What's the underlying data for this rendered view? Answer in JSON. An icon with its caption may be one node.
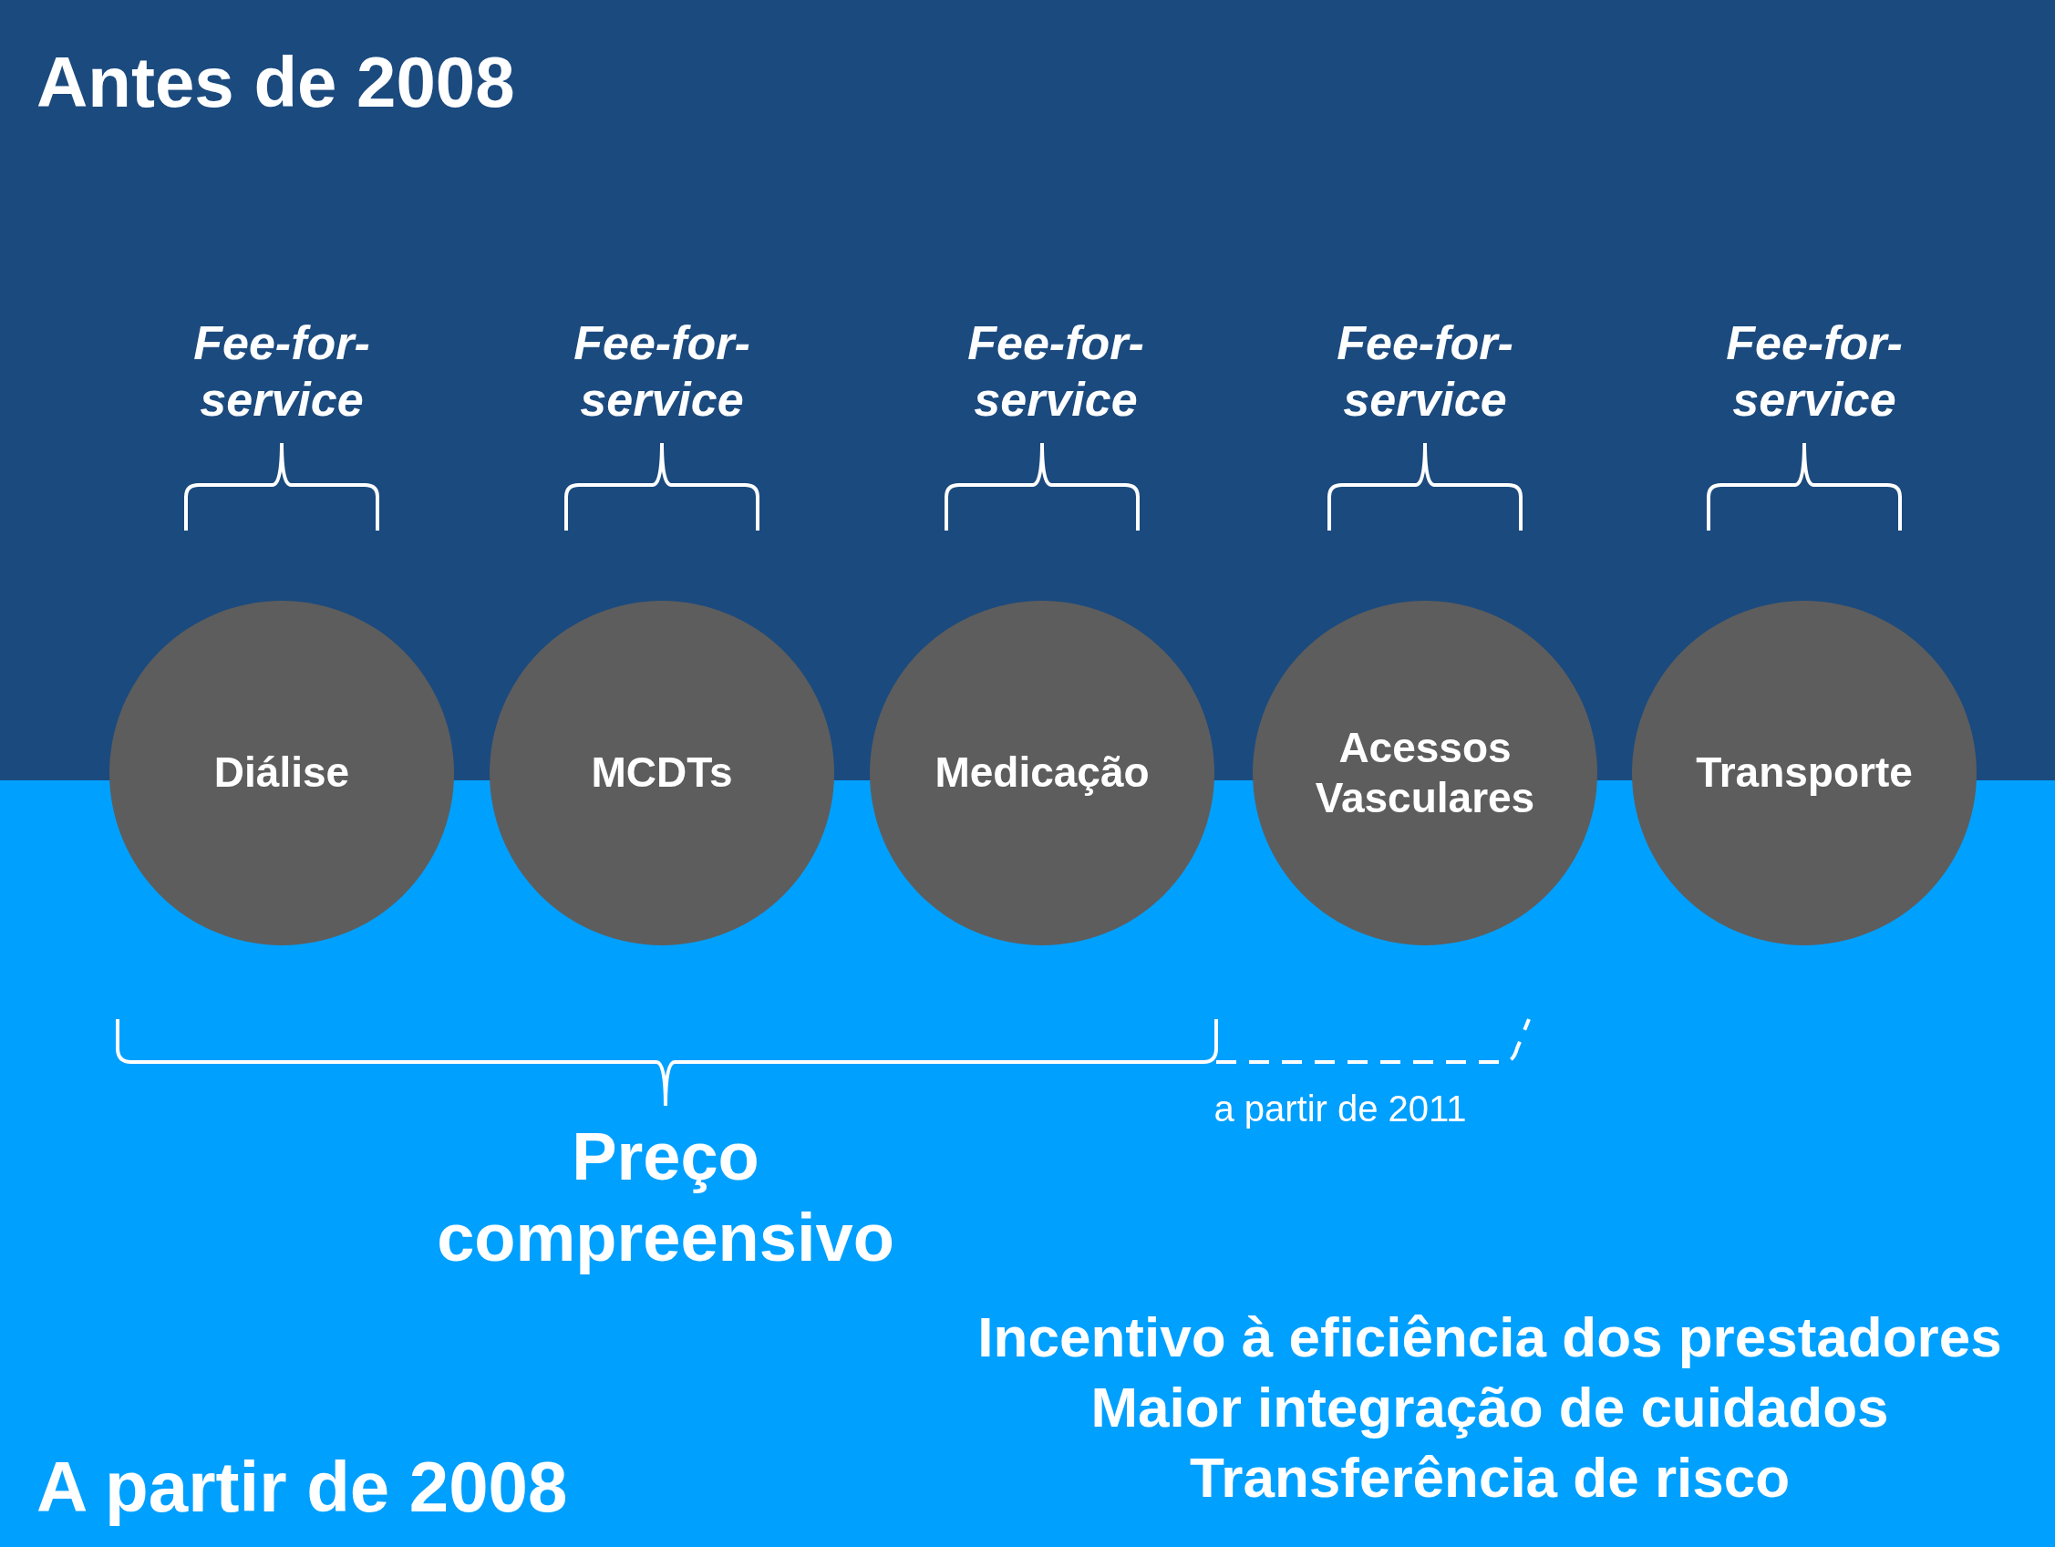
{
  "diagram": {
    "nodes": [
      {
        "text": [
          "Antes de 2008"
        ]
      },
      {
        "text": [
          "A partir de 2008"
        ]
      },
      {
        "text": [
          "Diálise"
        ]
      },
      {
        "text": [
          "MCDTs"
        ]
      },
      {
        "text": [
          "Medicação"
        ]
      },
      {
        "text": [
          "Acessos Vasculares"
        ]
      },
      {
        "text": [
          "Transporte"
        ]
      }
    ],
    "edges": [],
    "labels": [
      "Fee-for-service",
      "Fee-for-service",
      "Fee-for-service",
      "Fee-for-service",
      "Fee-for-service",
      "a partir de 2011",
      "Preço compreensivo",
      "Incentivo à eficiência dos prestadores",
      "Maior integração de cuidados",
      "Transferência de risco"
    ]
  }
}
